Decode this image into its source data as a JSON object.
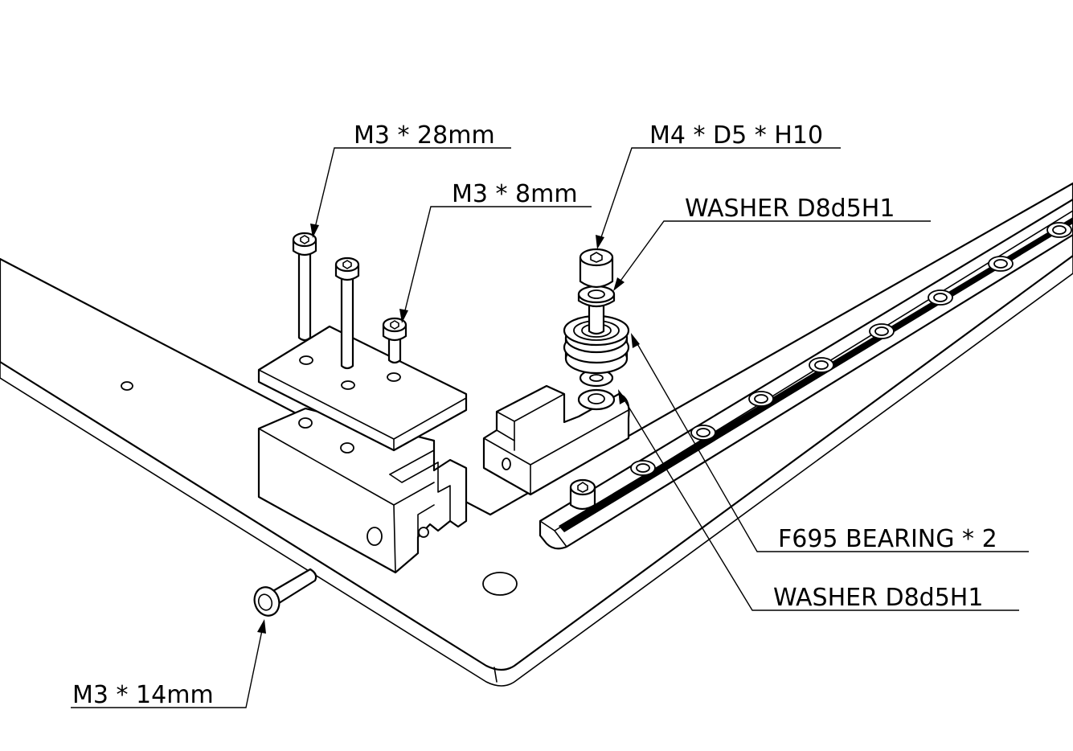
{
  "callouts": {
    "m3_28": "M3 * 28mm",
    "m3_8": "M3 * 8mm",
    "m4_d5_h10": "M4 * D5 * H10",
    "washer_top": "WASHER D8d5H1",
    "bearing": "F695 BEARING * 2",
    "washer_bottom": "WASHER D8d5H1",
    "m3_14": "M3 * 14mm"
  },
  "colors": {
    "line": "#000000",
    "background": "#ffffff"
  }
}
